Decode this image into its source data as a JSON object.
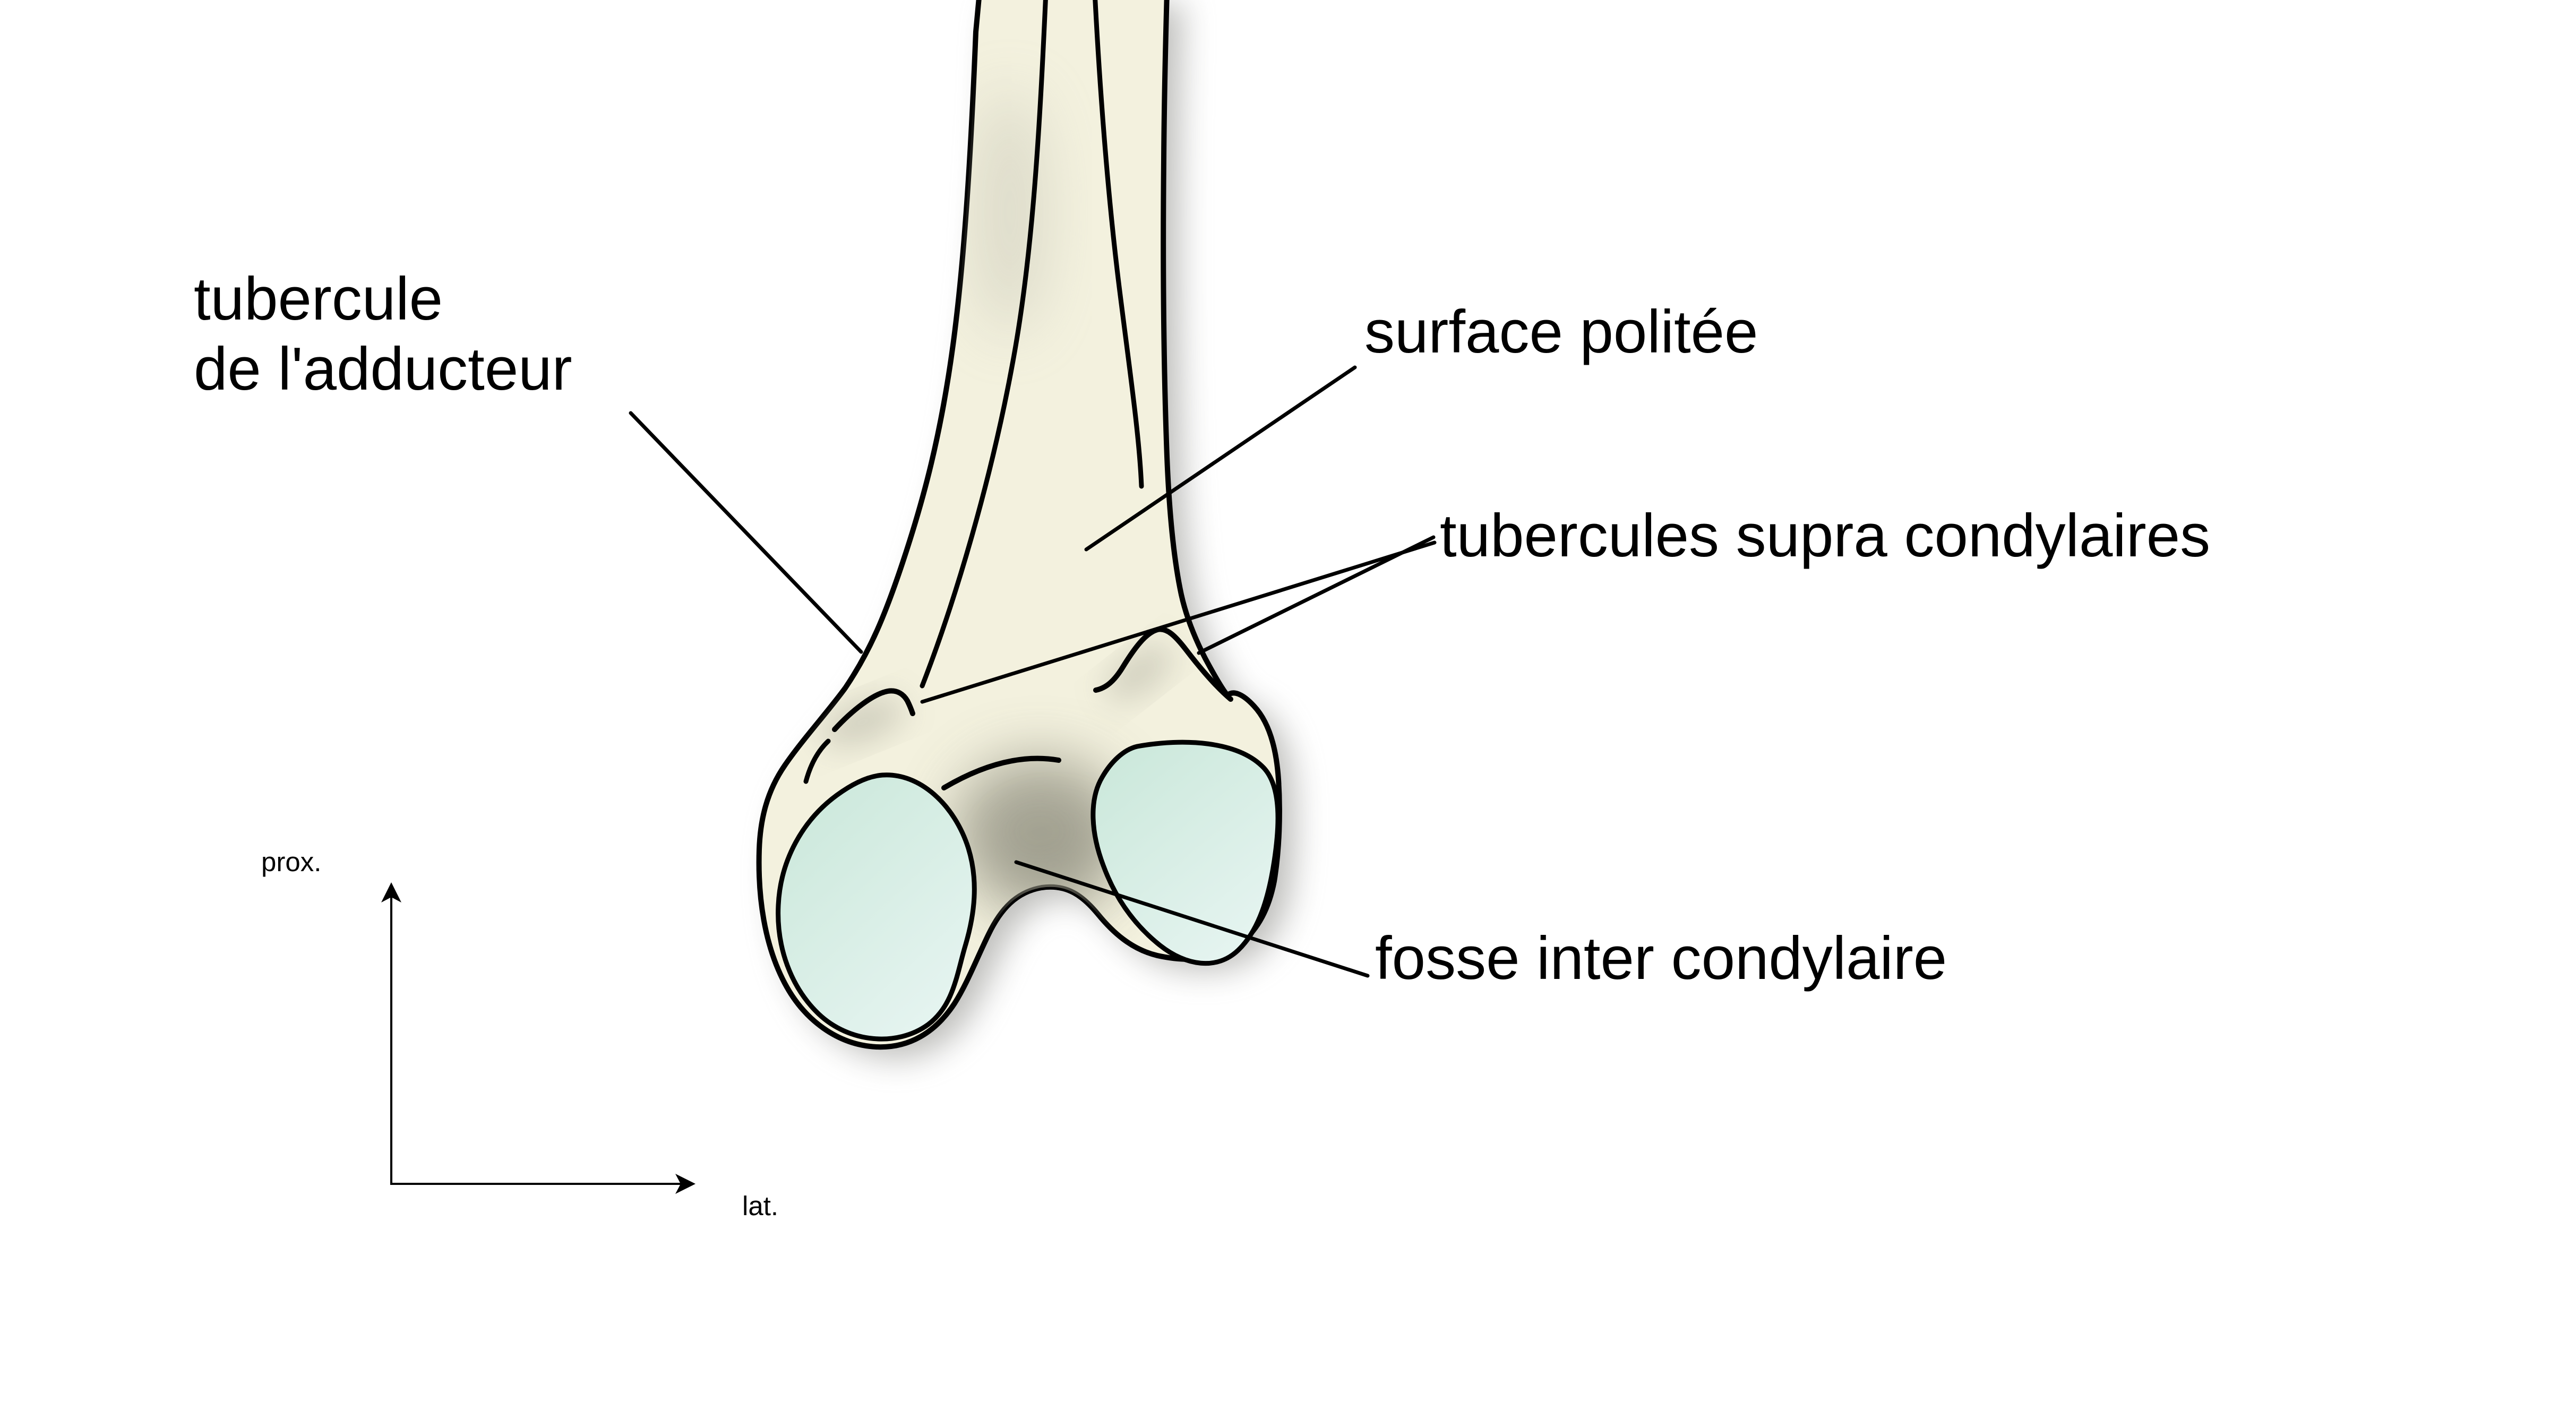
{
  "figure": {
    "type": "anatomical-diagram",
    "background": "#ffffff"
  },
  "labels": {
    "adductor_line1": "tubercule",
    "adductor_line2": "de l'adducteur",
    "popliteal": "surface politée",
    "supracondylar": "tubercules supra condylaires",
    "fossa": "fosse inter condylaire"
  },
  "axis": {
    "vertical_label": "prox.",
    "horizontal_label": "lat."
  },
  "colors": {
    "bone_fill": "#f3f1de",
    "bone_outline": "#000000",
    "cartilage_top": "#c9e7d9",
    "cartilage_bottom": "#e5f4f0",
    "shadow": "#8a8a85",
    "fossa_shading": "#8f8e7f",
    "leader_line": "#000000",
    "text": "#000000"
  }
}
